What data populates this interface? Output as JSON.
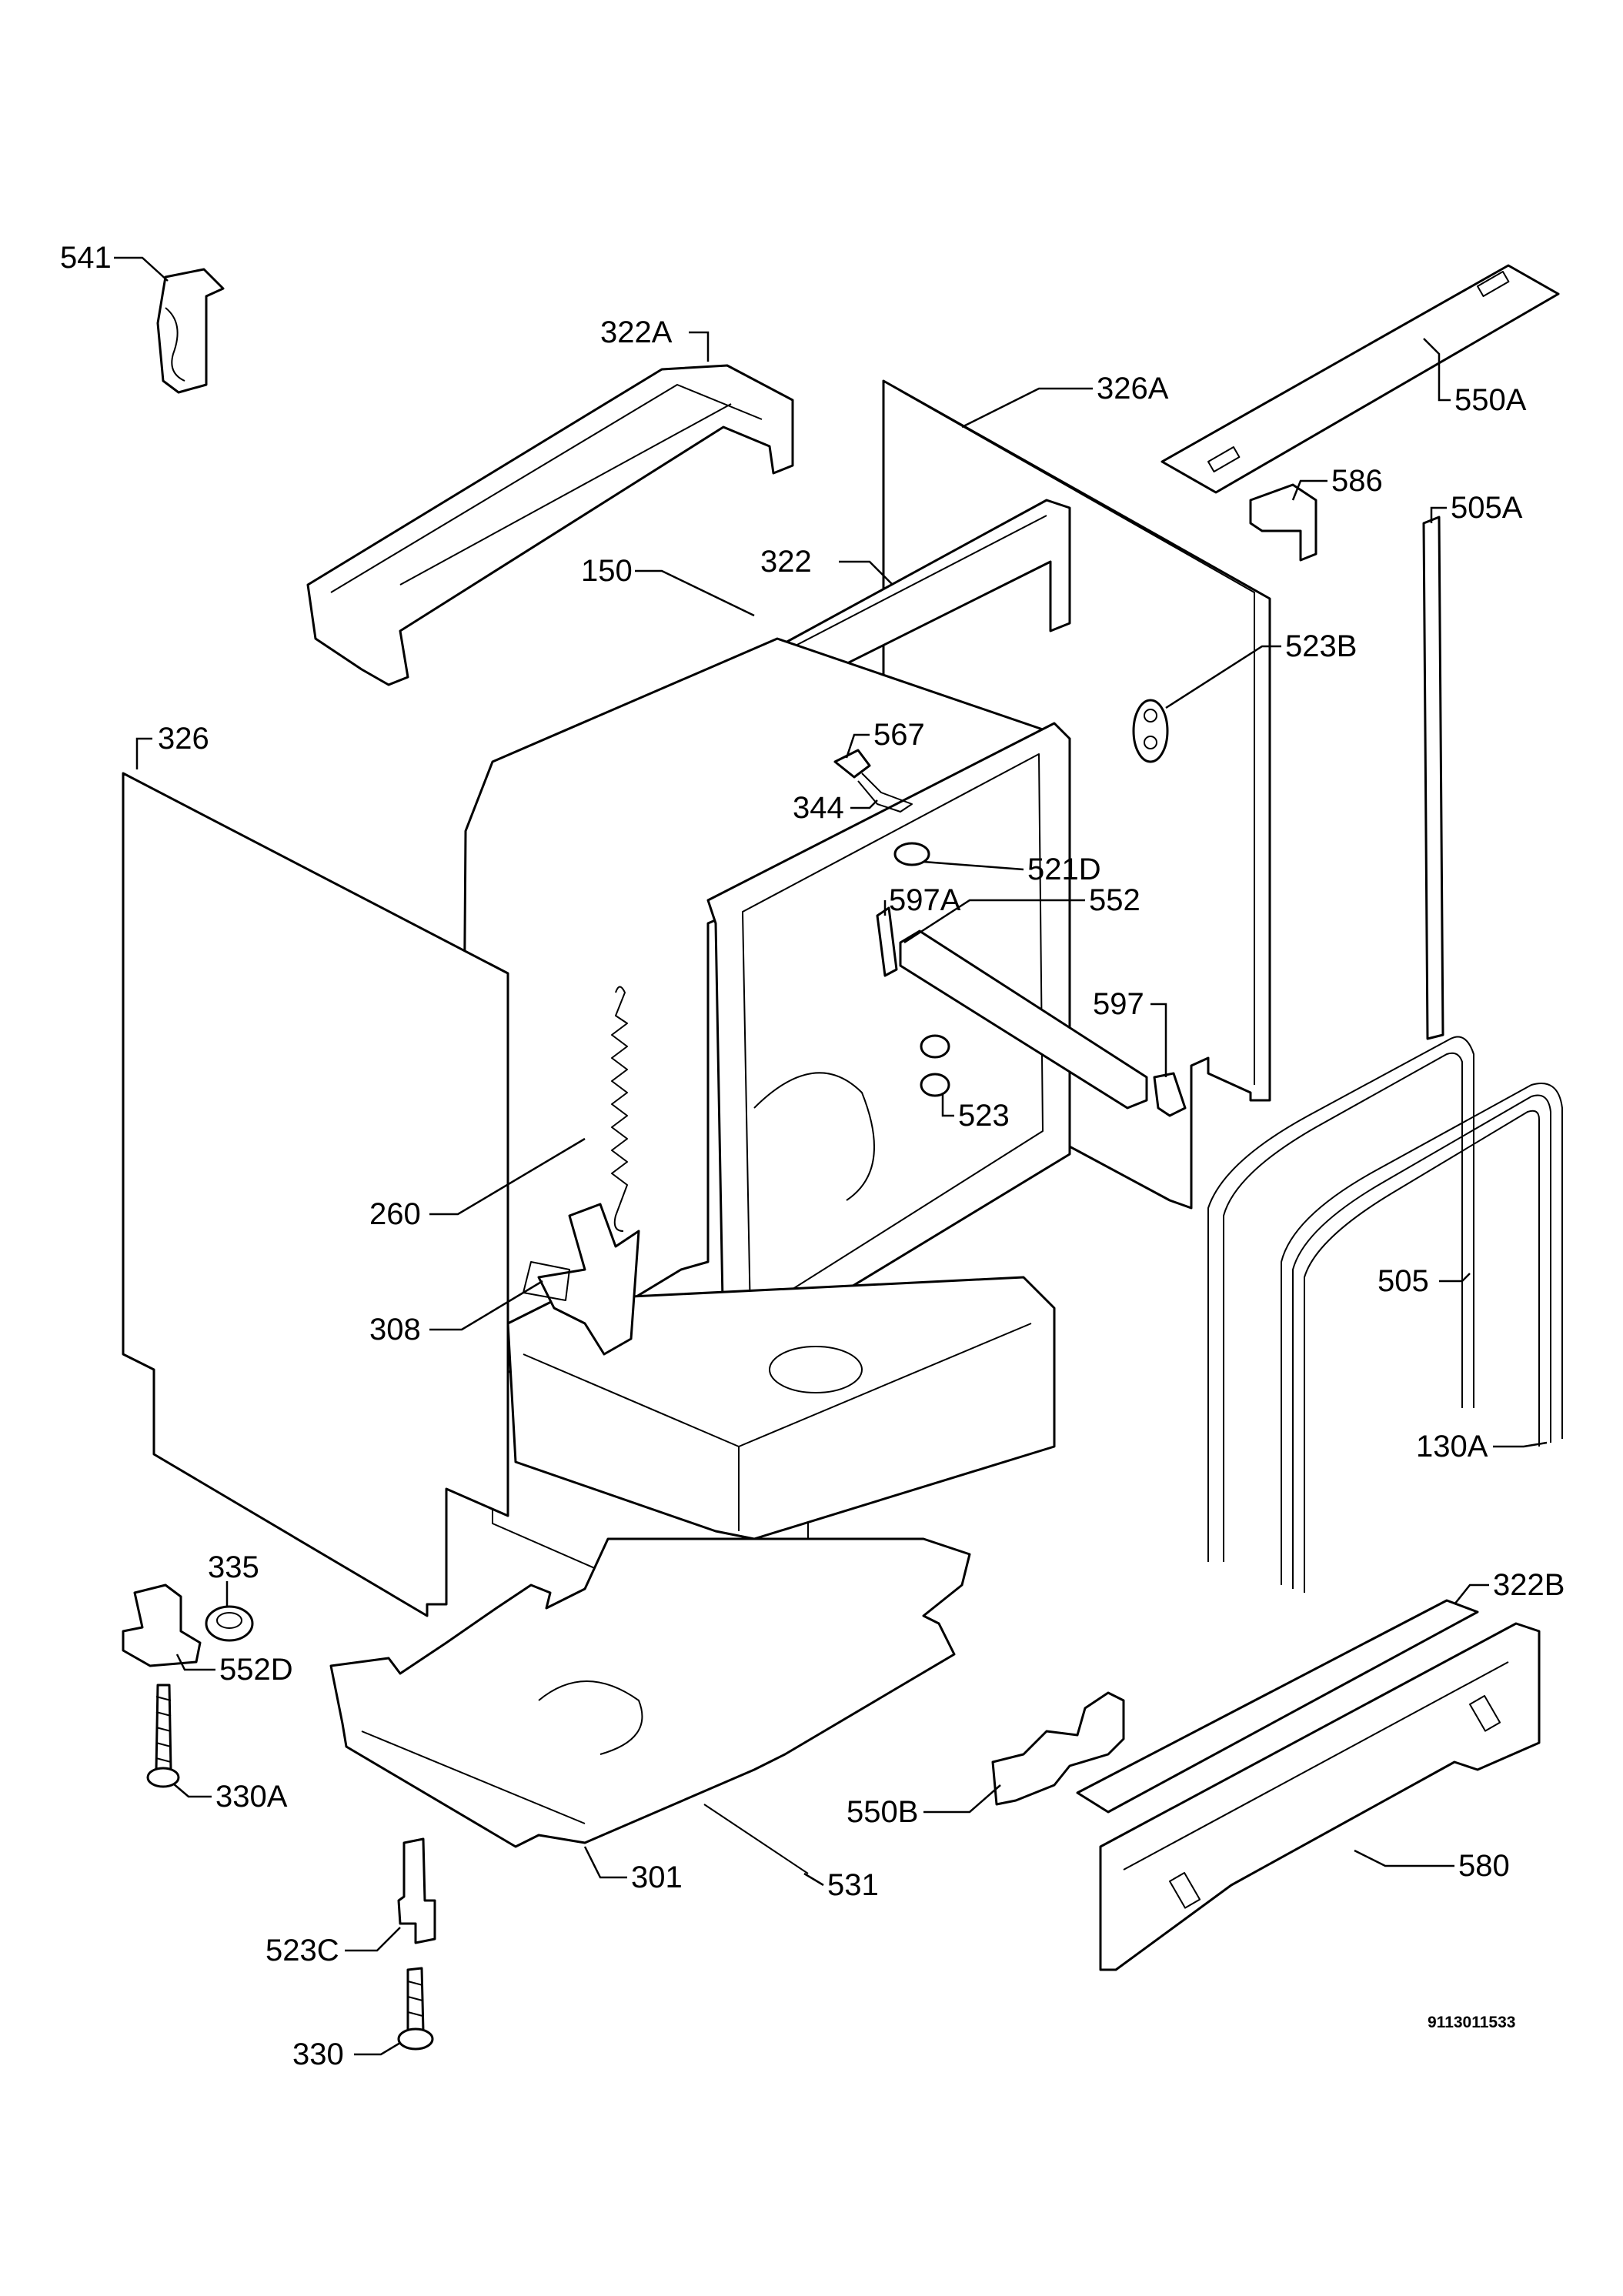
{
  "drawing_number": "9113011533",
  "callouts": {
    "p541": "541",
    "p322A": "322A",
    "p326A": "326A",
    "p550A": "550A",
    "p586": "586",
    "p505A": "505A",
    "p150": "150",
    "p322": "322",
    "p523B": "523B",
    "p326": "326",
    "p567": "567",
    "p344": "344",
    "p521D": "521D",
    "p597A": "597A",
    "p552": "552",
    "p597": "597",
    "p523": "523",
    "p260": "260",
    "p308": "308",
    "p505": "505",
    "p130A": "130A",
    "p335": "335",
    "p552D": "552D",
    "p322B": "322B",
    "p330A": "330A",
    "p550B": "550B",
    "p580": "580",
    "p301": "301",
    "p531": "531",
    "p523C": "523C",
    "p330": "330"
  }
}
